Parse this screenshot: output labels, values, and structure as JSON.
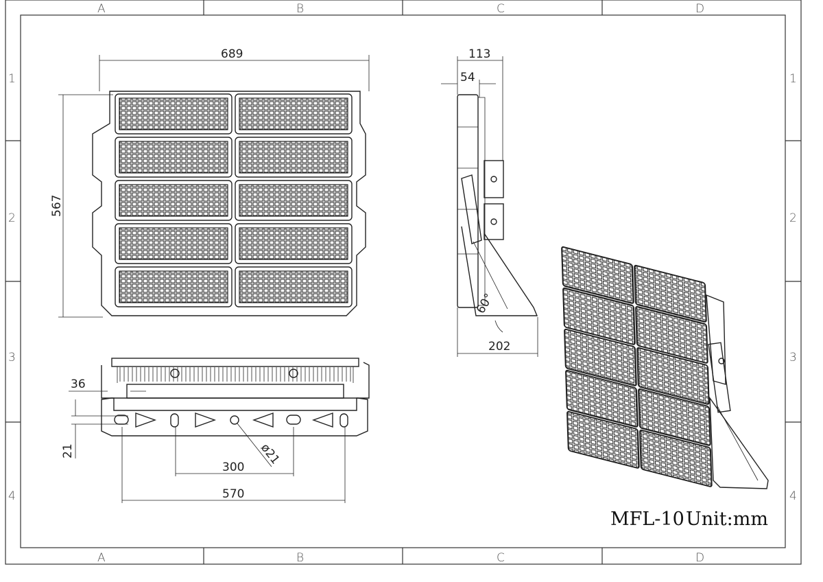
{
  "frame": {
    "columns": [
      "A",
      "B",
      "C",
      "D"
    ],
    "rows": [
      "1",
      "2",
      "3",
      "4"
    ]
  },
  "front_view": {
    "width_dim": "689",
    "height_dim": "567",
    "module_rows": 5,
    "module_cols": 2
  },
  "side_view": {
    "depth_dim": "113",
    "panel_dim": "54",
    "bracket_dim": "202",
    "angle": "60°"
  },
  "bottom_view": {
    "offset_dim": "36",
    "slot_dim": "21",
    "hole_spacing": "300",
    "outer_spacing": "570",
    "hole_diameter": "ø21"
  },
  "title_block": {
    "model": "MFL-10",
    "unit": "Unit:mm"
  }
}
